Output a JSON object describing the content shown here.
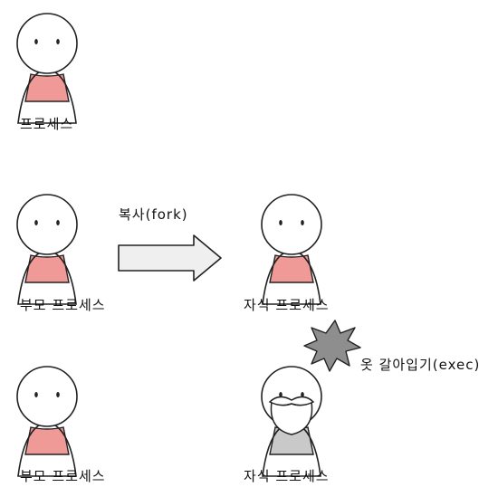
{
  "labels": {
    "process": "프로세스",
    "parent1": "부모 프로세스",
    "child1": "자식 프로세스",
    "parent2": "부모 프로세스",
    "child2": "자식 프로세스",
    "fork": "복사(fork)",
    "exec": "옷 갈아입기(exec)"
  },
  "colors": {
    "body_pink": "#ef9a96",
    "body_gray": "#c9c9c9",
    "outline": "#222222",
    "arrow_fill": "#efefef",
    "burst_fill": "#8e8e8e"
  }
}
